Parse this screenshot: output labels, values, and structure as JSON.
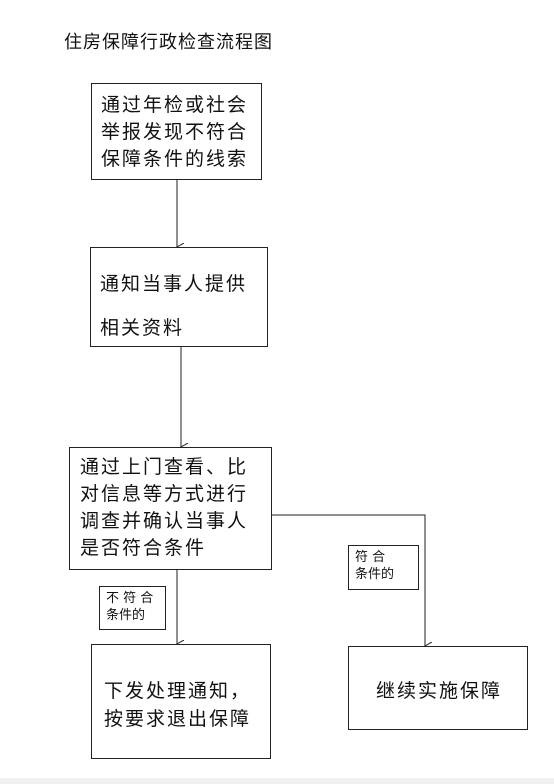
{
  "title": "住房保障行政检查流程图",
  "boxes": {
    "discover": {
      "lines": [
        "通过年检或社会",
        "举报发现不符合",
        "保障条件的线索"
      ]
    },
    "notify": {
      "lines": [
        "通知当事人提供",
        "相关资料"
      ]
    },
    "investigate": {
      "lines": [
        "通过上门查看、比",
        "对信息等方式进行",
        "调查并确认当事人",
        "是否符合条件"
      ]
    },
    "exit": {
      "lines": [
        "下发处理通知，",
        "按要求退出保障"
      ]
    },
    "continue": {
      "lines": [
        "继续实施保障"
      ]
    }
  },
  "labels": {
    "not_eligible": {
      "lines": [
        "不 符 合",
        "条件的"
      ]
    },
    "eligible": {
      "lines": [
        "符  合",
        "条件的"
      ]
    }
  },
  "colors": {
    "stroke": "#222222",
    "background": "#ffffff"
  }
}
